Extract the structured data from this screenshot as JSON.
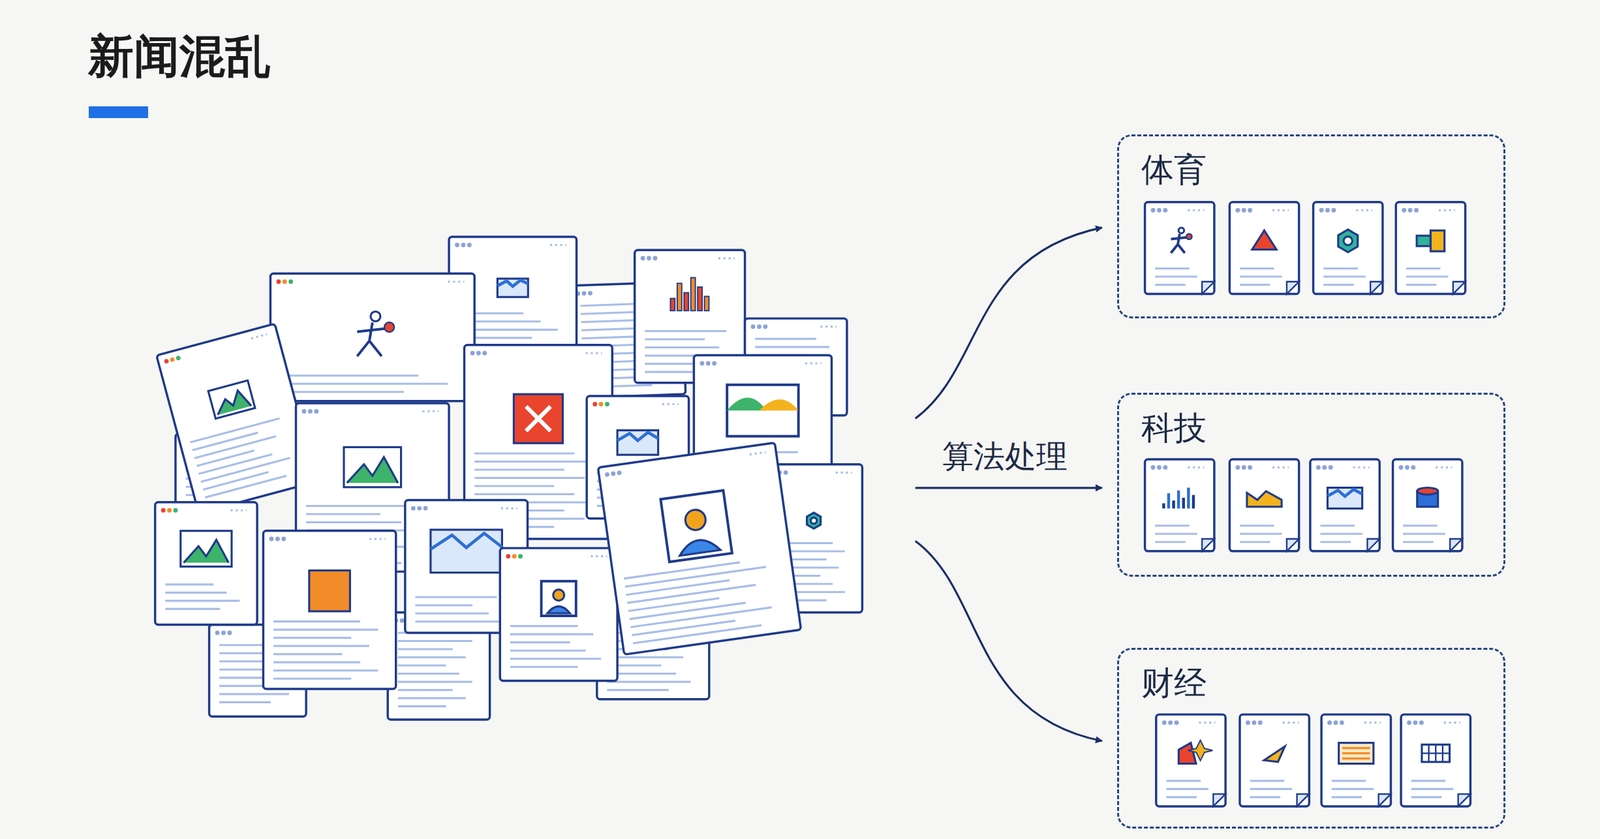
{
  "diagram": {
    "title": "新闻混乱",
    "nodes": [
      {
        "text": [
          "体育"
        ]
      },
      {
        "text": [
          "科技"
        ]
      },
      {
        "text": [
          "财经"
        ]
      }
    ],
    "labels": [
      "算法处理"
    ]
  }
}
